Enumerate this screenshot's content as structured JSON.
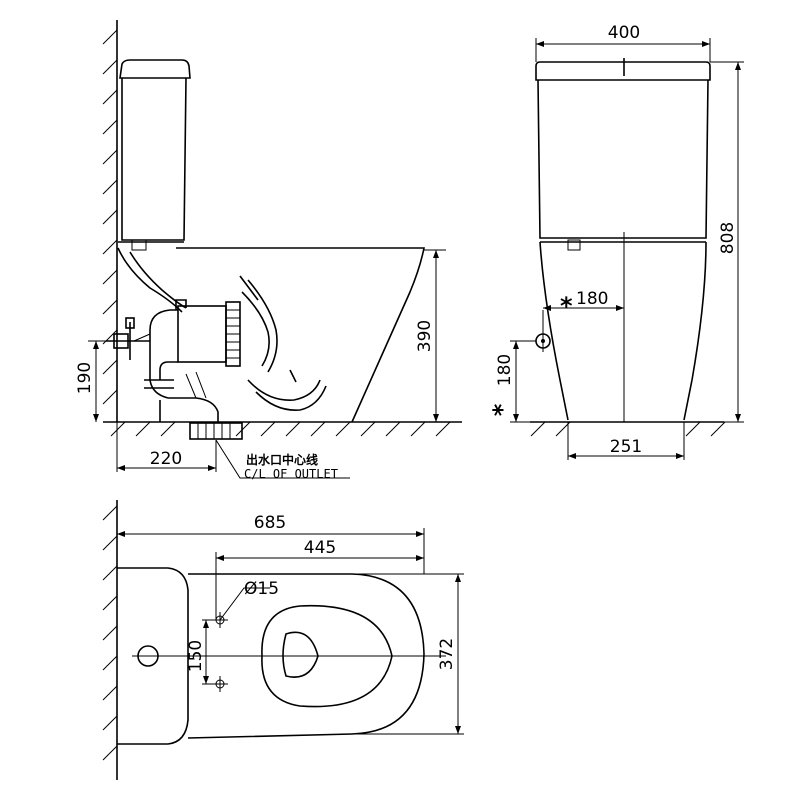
{
  "dimensions": {
    "width_top": "400",
    "height_total": "808",
    "tank_height_label": "180",
    "inlet_height": "180",
    "outlet_base_width": "251",
    "seat_height": "390",
    "inlet_height_side": "190",
    "outlet_distance": "220",
    "length_total": "685",
    "bowl_length": "445",
    "bolt_hole": "Ø15",
    "bolt_spacing": "150",
    "width_plan": "372"
  },
  "labels": {
    "outlet_cn": "出水口中心线",
    "outlet_en": "C/L OF OUTLET",
    "star_mark": "*"
  }
}
